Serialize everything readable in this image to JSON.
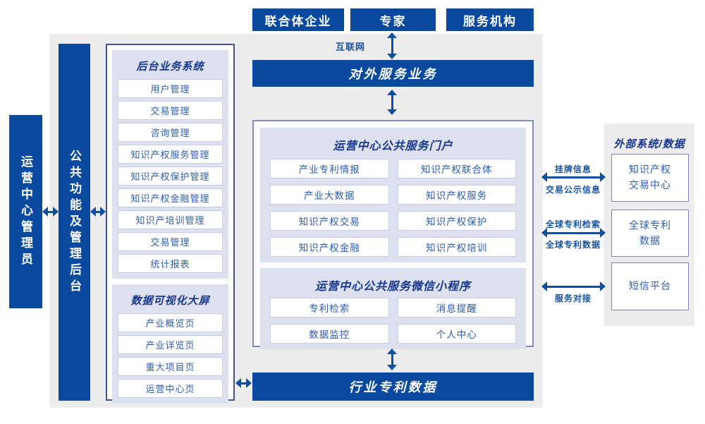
{
  "top_actors": [
    "联合体企业",
    "专家",
    "服务机构"
  ],
  "bars": {
    "external_service": "对外服务业务",
    "industry_patent_data": "行业专利数据",
    "operation_admin": "运营中心管理员",
    "public_backend": "公共功能及管理后台"
  },
  "left_panel": {
    "backend_system": {
      "title": "后台业务系统",
      "items": [
        "用户管理",
        "交易管理",
        "咨询管理",
        "知识产权服务管理",
        "知识产权保护管理",
        "知识产权金融管理",
        "知识产培训管理",
        "交易管理",
        "统计报表"
      ]
    },
    "data_viz": {
      "title": "数据可视化大屏",
      "items": [
        "产业概览页",
        "产业详览页",
        "重大项目页",
        "运营中心页"
      ]
    }
  },
  "center_panel": {
    "portal": {
      "title": "运营中心公共服务门户",
      "items": [
        "产业专利情报",
        "知识产权联合体",
        "产业大数据",
        "知识产权服务",
        "知识产权交易",
        "知识产权保护",
        "知识产权金融",
        "知识产权培训"
      ]
    },
    "miniprogram": {
      "title": "运营中心公共服务微信小程序",
      "items": [
        "专利检索",
        "消息提醒",
        "数据监控",
        "个人中心"
      ]
    }
  },
  "external_systems": {
    "title": "外部系统/数据",
    "boxes": [
      {
        "line1": "知识产权",
        "line2": "交易中心"
      },
      {
        "line1": "全球专利",
        "line2": "数据"
      },
      {
        "line1": "短信平台",
        "line2": ""
      }
    ]
  },
  "connections": {
    "internet": "互联网",
    "listing_top": "挂牌信息",
    "listing_bottom": "交易公示信息",
    "global_top": "全球专利检索",
    "global_bottom": "全球专利数据",
    "service_bottom": "服务对接"
  },
  "colors": {
    "primary_blue": "#0a4a9e",
    "arrow_blue": "#0f4fa0",
    "panel_lavender": "#dde1ef",
    "border_dark": "#454f97",
    "border_light": "#8289bd",
    "item_border": "#c7cde7",
    "item_text": "#2d5cab",
    "header_text": "#15368b",
    "gray_bg": "#ededee",
    "label_blue": "#1552a4"
  }
}
